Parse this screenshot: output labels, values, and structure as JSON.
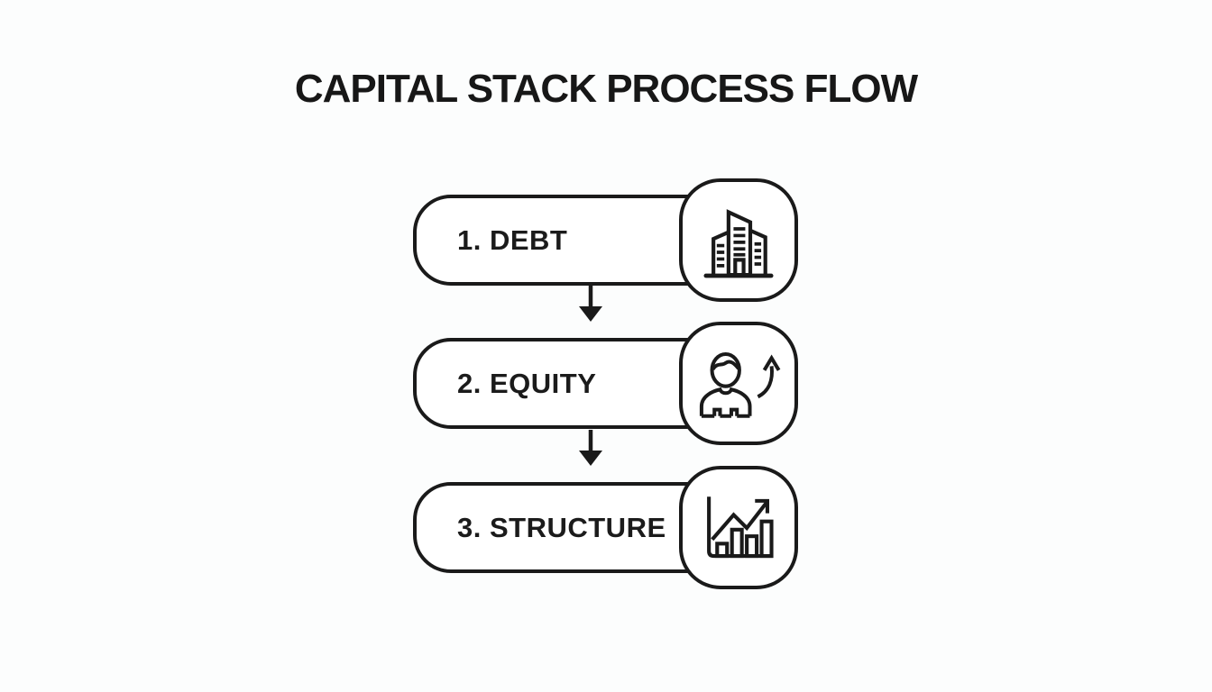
{
  "page": {
    "background_color": "#fcfdfd",
    "outline_color": "#1a1a1a",
    "box_fill_color": "#ffffff"
  },
  "title": "CAPITAL STACK PROCESS FLOW",
  "steps": [
    {
      "label": "1. DEBT",
      "icon": "building-icon"
    },
    {
      "label": "2. EQUITY",
      "icon": "investor-growth-icon"
    },
    {
      "label": "3. STRUCTURE",
      "icon": "bar-chart-trend-icon"
    }
  ],
  "connectors": [
    {
      "type": "down-arrow"
    },
    {
      "type": "down-arrow"
    }
  ]
}
